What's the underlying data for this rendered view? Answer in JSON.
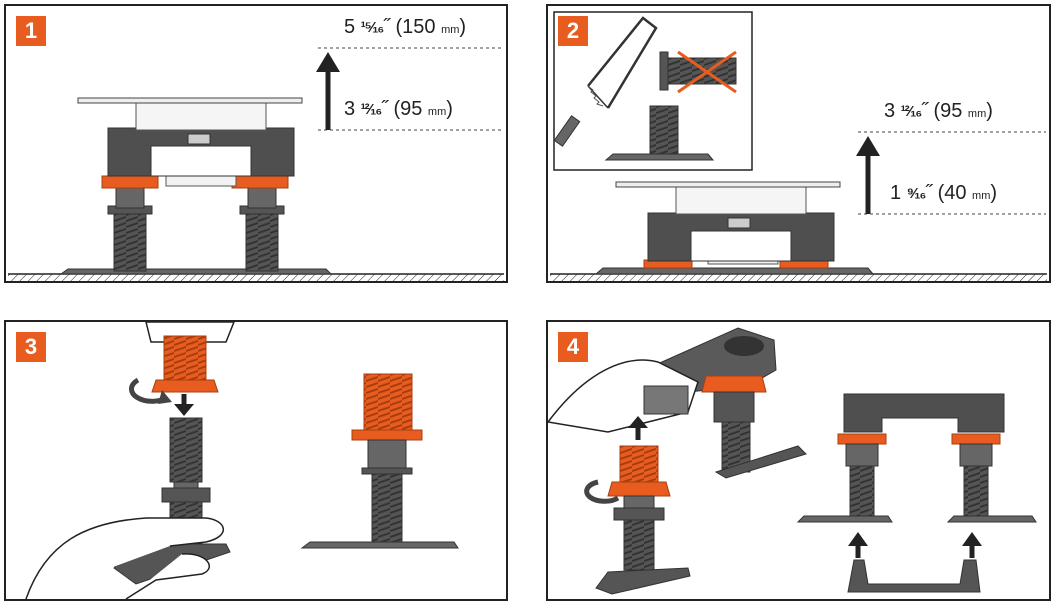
{
  "steps": [
    {
      "number": "1",
      "measure_top": {
        "whole": "5",
        "frac": "¹⁵⁄₁₆",
        "inch": "˝",
        "metric_value": "(150",
        "metric_unit": "mm",
        "close": ")"
      },
      "measure_bottom": {
        "whole": "3",
        "frac": "¹²⁄₁₆",
        "inch": "˝",
        "metric_value": "(95",
        "metric_unit": "mm",
        "close": ")"
      }
    },
    {
      "number": "2",
      "measure_top": {
        "whole": "3",
        "frac": "¹²⁄₁₆",
        "inch": "˝",
        "metric_value": "(95",
        "metric_unit": "mm",
        "close": ")"
      },
      "measure_bottom": {
        "whole": "1",
        "frac": "⁹⁄₁₆",
        "inch": "˝",
        "metric_value": "(40",
        "metric_unit": "mm",
        "close": ")"
      }
    },
    {
      "number": "3"
    },
    {
      "number": "4"
    }
  ],
  "colors": {
    "accent": "#e85d1f",
    "part_dark": "#4a4a4a",
    "part_mid": "#6b6b6b",
    "line": "#222222"
  },
  "icons": [
    "hacksaw-icon",
    "cross-out-icon",
    "up-arrow-icon",
    "down-arrow-icon",
    "rotate-arrow-icon",
    "wrench-icon",
    "hand-icon"
  ]
}
